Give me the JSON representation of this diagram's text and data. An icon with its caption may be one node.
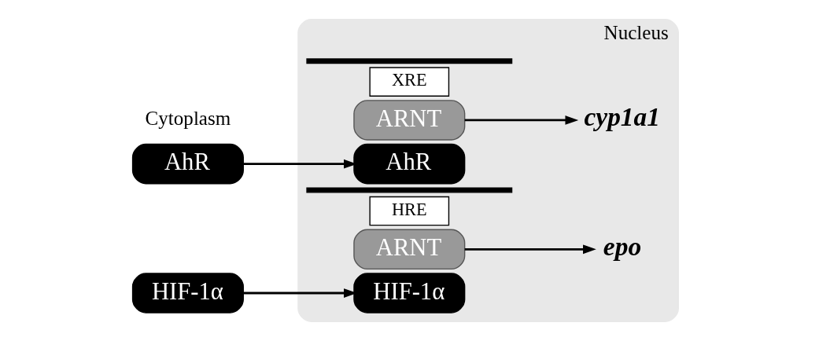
{
  "diagram": {
    "nodes": [
      {
        "text": [
          "AhR"
        ]
      },
      {
        "text": [
          "Nucleus"
        ]
      },
      {
        "text": [
          "AhR"
        ],
        "in": 1
      },
      {
        "text": [
          "ARNT"
        ],
        "in": 1
      },
      {
        "text": [
          "XRE"
        ],
        "in": 1
      },
      {
        "text": [],
        "shape": "bar",
        "in": 1
      },
      {
        "text": [
          "cyp1a1"
        ],
        "in": 1
      },
      {
        "text": [
          "HIF-1α"
        ]
      },
      {
        "text": [
          "HIF-1α"
        ],
        "in": 1
      },
      {
        "text": [
          "ARNT"
        ],
        "in": 1
      },
      {
        "text": [
          "HRE"
        ],
        "in": 1
      },
      {
        "text": [],
        "shape": "bar",
        "in": 1
      },
      {
        "text": [
          "epo"
        ],
        "in": 1
      }
    ],
    "edges": [
      {
        "from": 0,
        "to": 2,
        "arrow": "to"
      },
      {
        "from": 3,
        "to": 6,
        "arrow": "to"
      },
      {
        "from": 7,
        "to": 8,
        "arrow": "to"
      },
      {
        "from": 9,
        "to": 12,
        "arrow": "to"
      }
    ],
    "labels": [
      "Cytoplasm"
    ]
  }
}
